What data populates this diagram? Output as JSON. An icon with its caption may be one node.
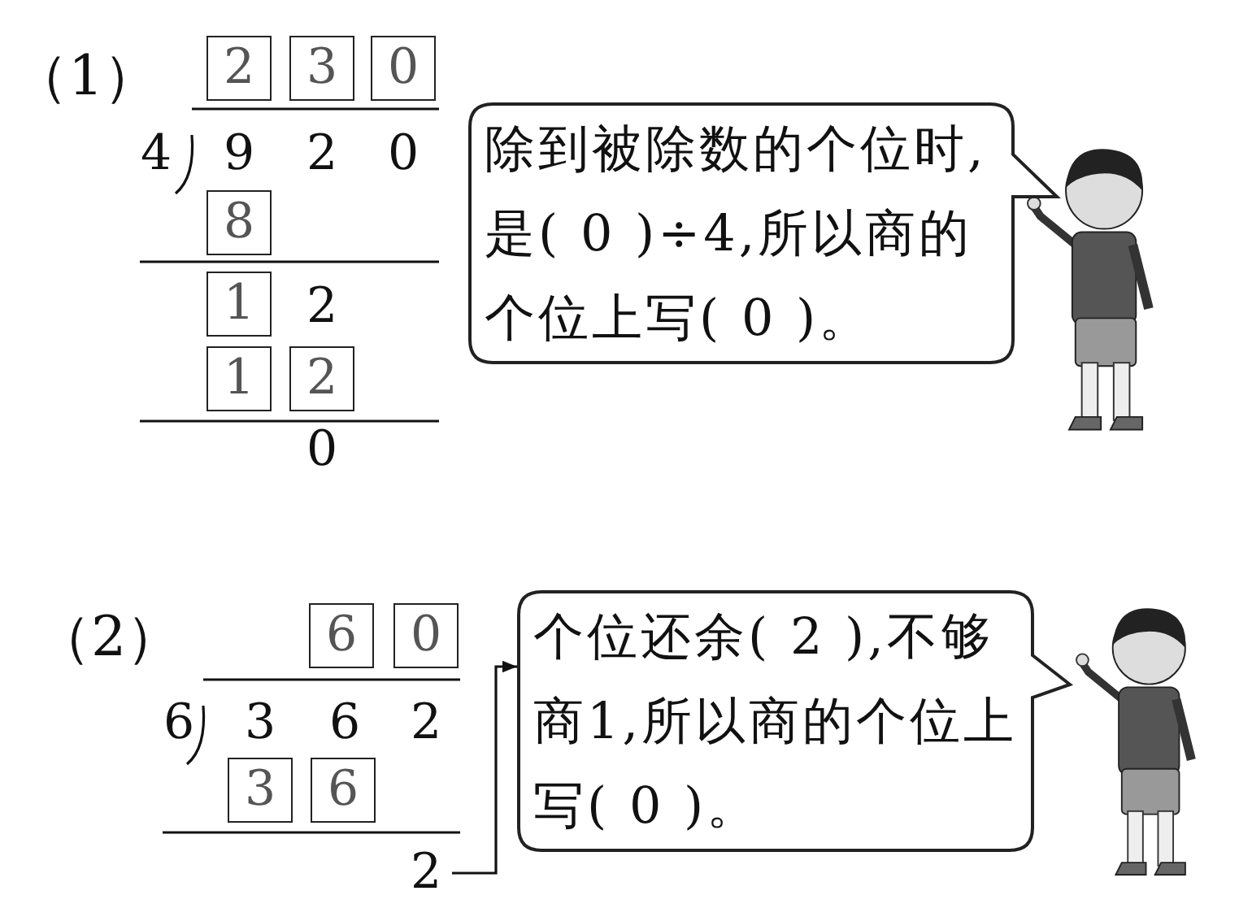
{
  "diagram": {
    "nodes": [
      {
        "text": [
          "2"
        ]
      },
      {
        "text": [
          "3"
        ]
      },
      {
        "text": [
          "0"
        ]
      },
      {
        "text": [
          "8"
        ]
      },
      {
        "text": [
          "1"
        ]
      },
      {
        "text": [
          "1"
        ]
      },
      {
        "text": [
          "2"
        ]
      },
      {
        "text": [
          "除到被除数的个位时,是( 0 )÷4,所以商的个位上写( 0 )。"
        ]
      },
      {
        "text": [
          "6"
        ]
      },
      {
        "text": [
          "0"
        ]
      },
      {
        "text": [
          "3"
        ]
      },
      {
        "text": [
          "6"
        ]
      },
      {
        "text": [
          "个位还余( 2 ),不够商1,所以商的个位上写( 0 )。"
        ]
      },
      {
        "text": [
          "2"
        ]
      }
    ],
    "edges": [
      {
        "from": 13,
        "to": 12,
        "arrow": "to"
      }
    ],
    "labels": [
      "（1）",
      "4",
      "9",
      "2",
      "0",
      "2",
      "0",
      "（2）",
      "6",
      "3",
      "6",
      "2"
    ]
  }
}
